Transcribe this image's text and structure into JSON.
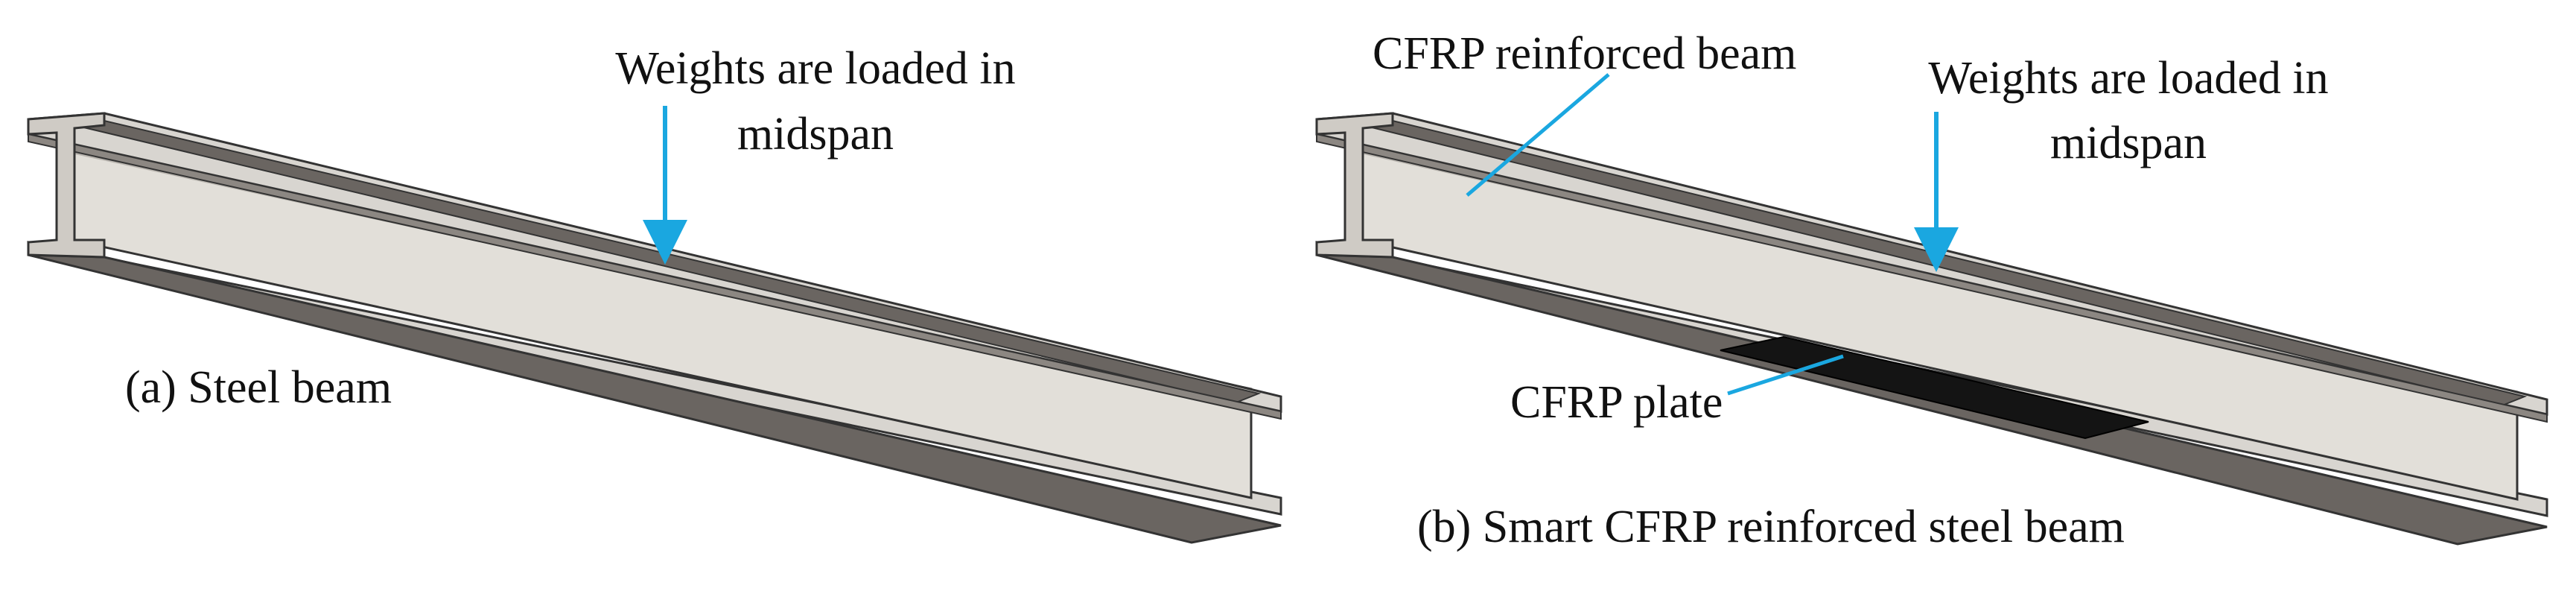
{
  "panel_a": {
    "caption": "(a) Steel beam",
    "load_label_line1": "Weights are loaded in",
    "load_label_line2": "midspan"
  },
  "panel_b": {
    "caption": "(b) Smart CFRP reinforced steel beam",
    "beam_label": "CFRP reinforced beam",
    "load_label_line1": "Weights are loaded in",
    "load_label_line2": "midspan",
    "plate_label": "CFRP plate"
  },
  "colors": {
    "web": "#e2dfd9",
    "flange_dark": "#6a6561",
    "flange_light": "#d8d5d0",
    "edge": "#333333",
    "cfrp_plate": "#141414",
    "arrow": "#1aa7e0"
  }
}
